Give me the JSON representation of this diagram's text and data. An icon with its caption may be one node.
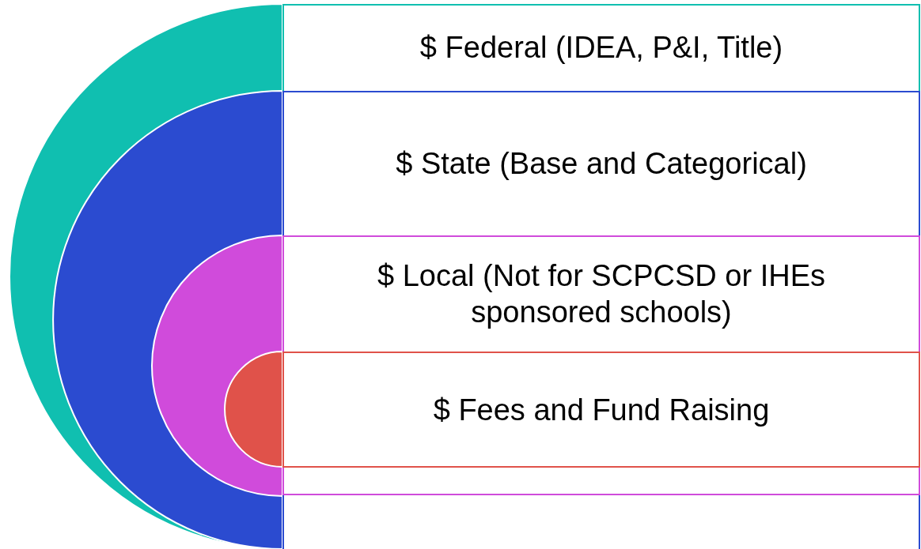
{
  "diagram": {
    "nodes": [
      {
        "text": [
          "$ Federal (IDEA, P&I, Title)"
        ]
      },
      {
        "text": [
          "$ State (Base and Categorical)"
        ],
        "in": 0
      },
      {
        "text": [
          "$ Local (Not for SCPCSD or IHEs sponsored schools)"
        ],
        "in": 1
      },
      {
        "text": [
          "$ Fees and Fund Raising"
        ],
        "in": 2
      }
    ]
  }
}
